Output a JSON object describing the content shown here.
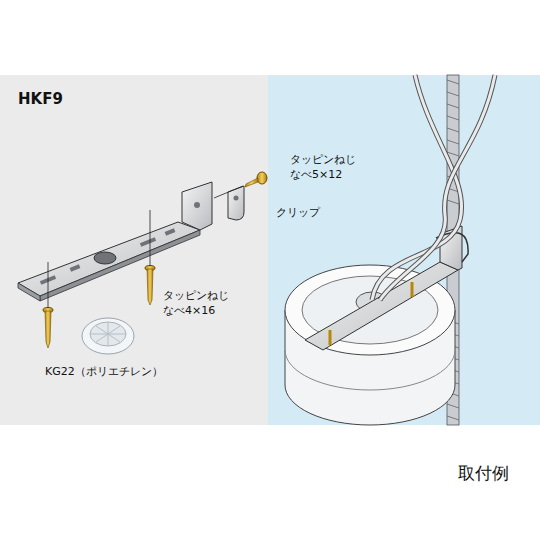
{
  "diagram": {
    "title": "HKF9",
    "caption": "取付例",
    "labels": [
      "タッピンねじ なべ5×12",
      "クリップ",
      "タッピンねじ なべ4×16",
      "KG22（ポリエチレン）"
    ]
  }
}
